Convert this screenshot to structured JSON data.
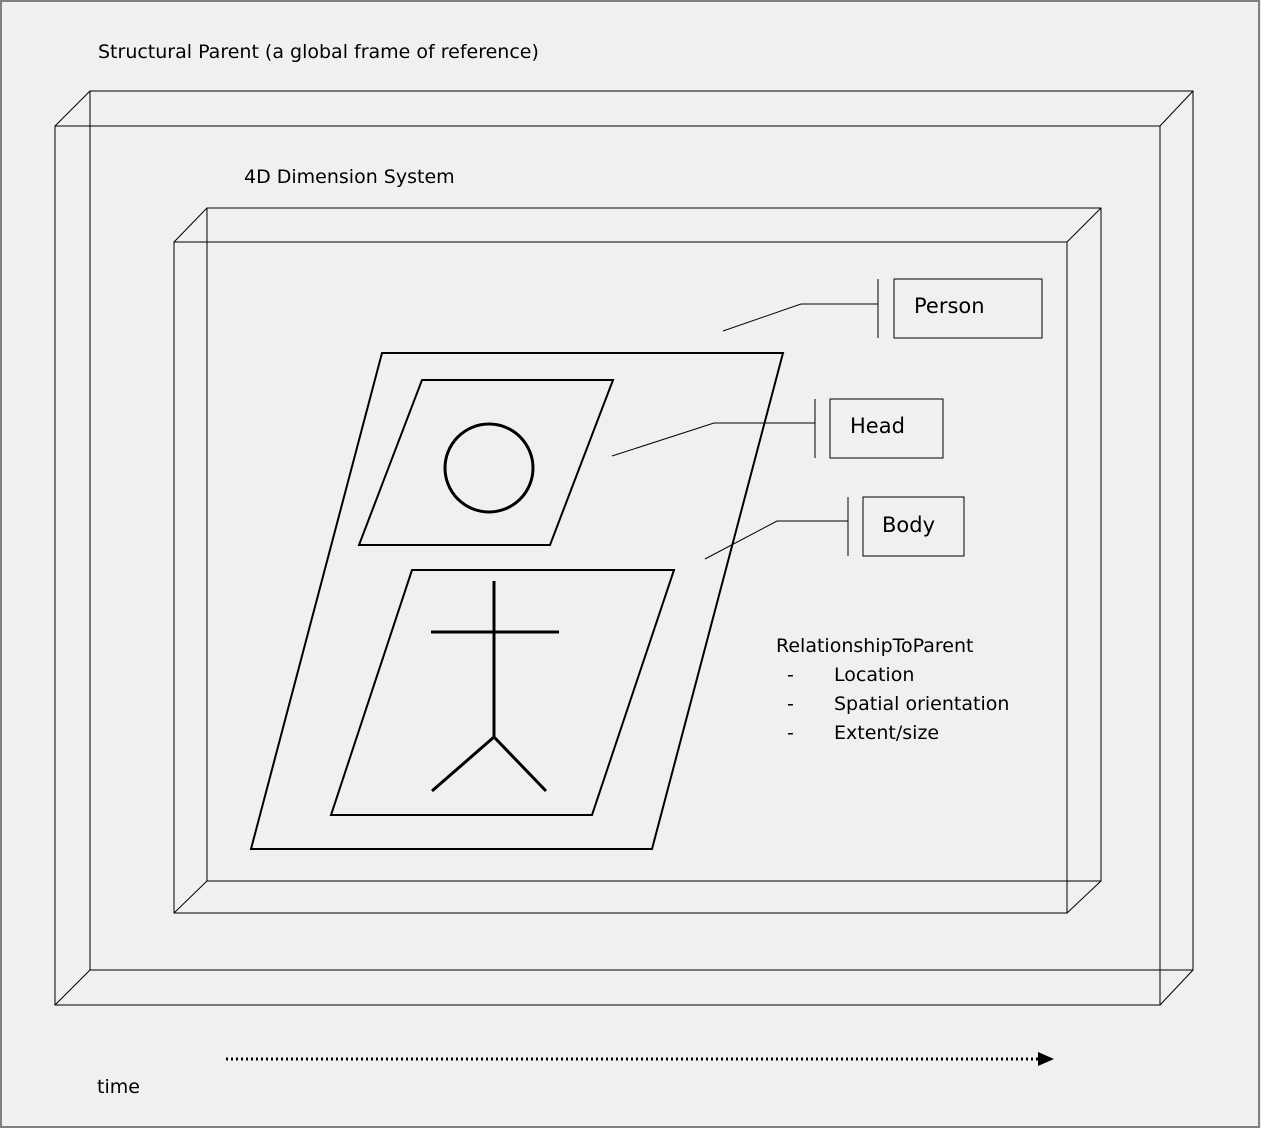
{
  "diagram": {
    "structural_parent_title": "Structural Parent  (a global frame of reference)",
    "dimension_system_title": "4D Dimension System",
    "labels": {
      "person": "Person",
      "head": "Head",
      "body": "Body"
    },
    "relationship": {
      "title": "RelationshipToParent",
      "items": [
        {
          "dash": "-",
          "text": "Location"
        },
        {
          "dash": "-",
          "text": "Spatial orientation"
        },
        {
          "dash": "-",
          "text": "Extent/size"
        }
      ]
    },
    "time_label": "time"
  }
}
